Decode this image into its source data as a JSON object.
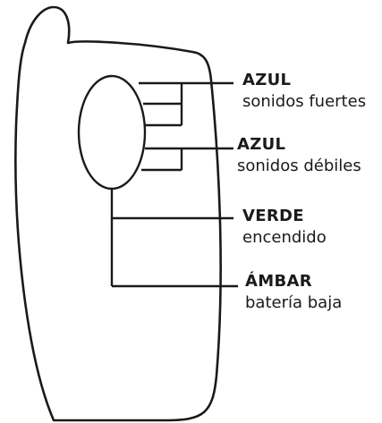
{
  "labels": [
    {
      "id": "azul-fuertes",
      "title": "AZUL",
      "description": "sonidos fuertes"
    },
    {
      "id": "azul-debiles",
      "title": "AZUL",
      "description": "sonidos débiles"
    },
    {
      "id": "verde",
      "title": "VERDE",
      "description": "encendido"
    },
    {
      "id": "ambar",
      "title": "ÁMBAR",
      "description": "batería baja"
    }
  ],
  "colors": {
    "stroke": "#1a1a1a",
    "text": "#1a1a1a",
    "background": "#ffffff"
  }
}
